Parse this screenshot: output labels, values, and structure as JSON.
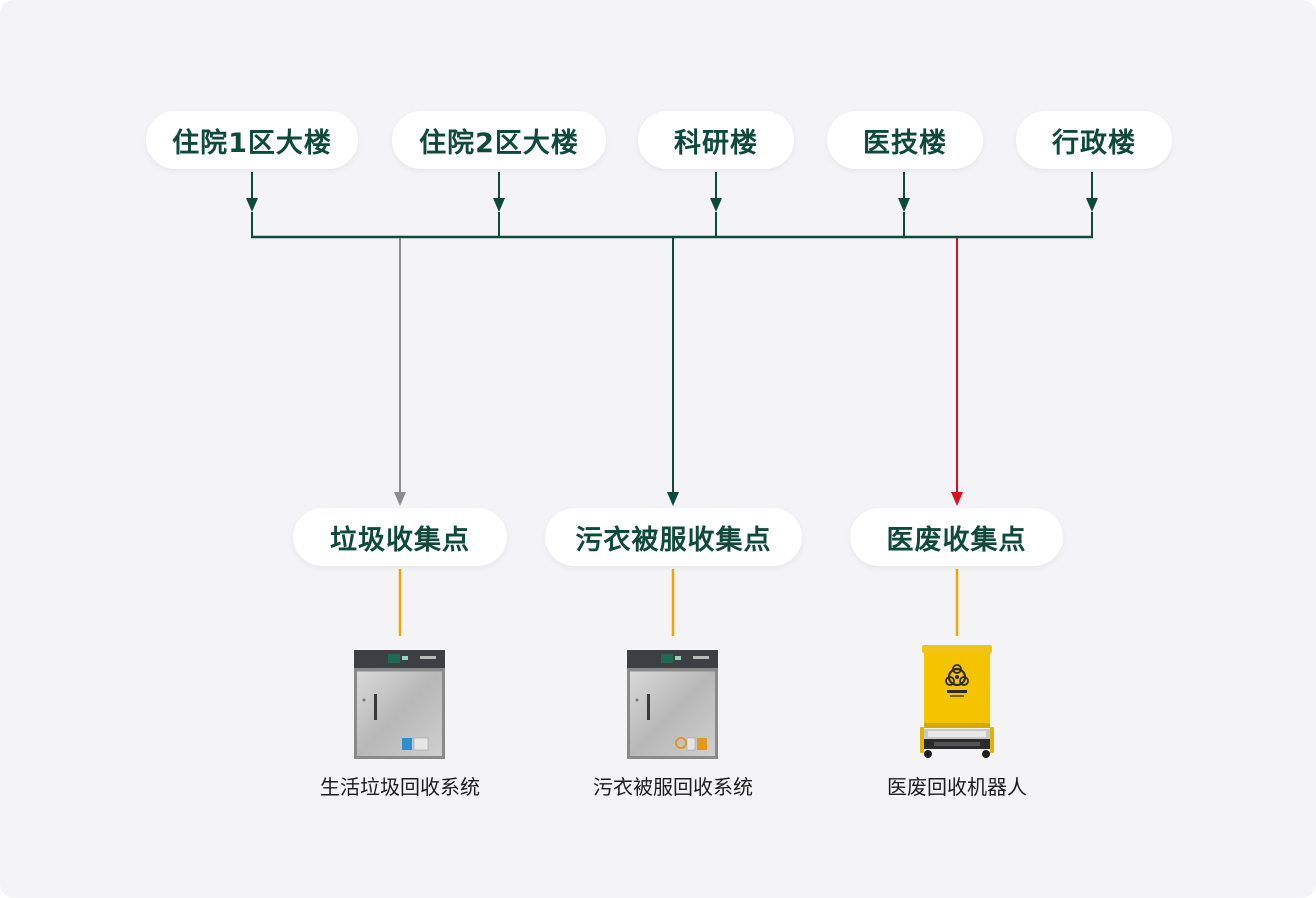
{
  "buildings": [
    {
      "label": "住院1区大楼"
    },
    {
      "label": "住院2区大楼"
    },
    {
      "label": "科研楼"
    },
    {
      "label": "医技楼"
    },
    {
      "label": "行政楼"
    }
  ],
  "collection_points": [
    {
      "label": "垃圾收集点",
      "line_color": "#8c8c8c"
    },
    {
      "label": "污衣被服收集点",
      "line_color": "#0e4a3c"
    },
    {
      "label": "医废收集点",
      "line_color": "#d6121e"
    }
  ],
  "systems": [
    {
      "label": "生活垃圾回收系统",
      "device_icon": "stainless-cabinet-icon"
    },
    {
      "label": "污衣被服回收系统",
      "device_icon": "stainless-cabinet-icon"
    },
    {
      "label": "医废回收机器人",
      "device_icon": "yellow-biohazard-robot-icon"
    }
  ],
  "colors": {
    "main_line": "#0e4a3c",
    "connector": "#f0a500",
    "pill_text": "#0e4a3c"
  }
}
